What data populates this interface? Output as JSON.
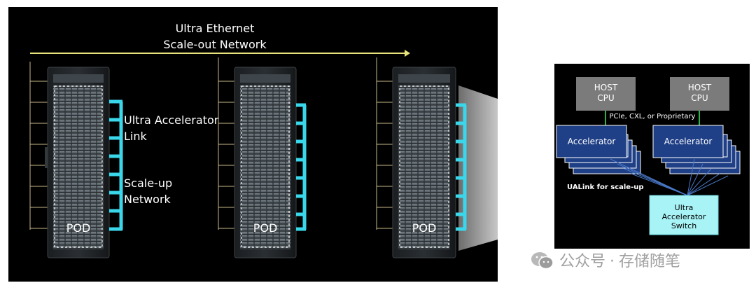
{
  "scale_out": {
    "line1": "Ultra Ethernet",
    "line2": "Scale-out Network"
  },
  "labels": {
    "ualink_line1": "Ultra Accelerator",
    "ualink_line2": "Link",
    "scaleup_line1": "Scale-up",
    "scaleup_line2": "Network"
  },
  "pods": [
    {
      "label": "POD"
    },
    {
      "label": "POD"
    },
    {
      "label": "POD"
    }
  ],
  "detail": {
    "host_cpus": [
      {
        "line1": "HOST",
        "line2": "CPU"
      },
      {
        "line1": "HOST",
        "line2": "CPU"
      }
    ],
    "interconnect": "PCIe, CXL, or Proprietary",
    "accelerators": [
      "Accelerator",
      "Accelerator"
    ],
    "ualink_label": "UALink for scale-up",
    "switch": {
      "line1": "Ultra",
      "line2": "Accelerator",
      "line3": "Switch"
    }
  },
  "watermark": {
    "prefix": "公众号",
    "separator": "·",
    "name": "存储随笔"
  },
  "colors": {
    "scale_out_arrow": "#e8e47a",
    "link_cyan": "#3ad6ea",
    "host_cpu_box": "#7b7b7b",
    "host_cpu_link": "#2bb34a",
    "accelerator_box": "#1f3f86",
    "switch_box": "#a8f3f6",
    "fan_lines": "#4a78c8"
  },
  "icons": [
    "wechat-icon"
  ]
}
